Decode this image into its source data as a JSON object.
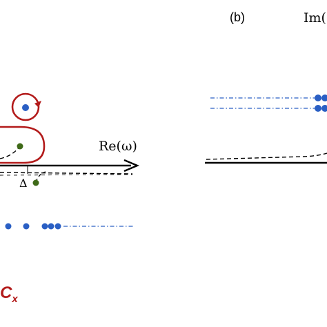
{
  "panel_b": {
    "label": "(b)",
    "axis_label": "Im("
  },
  "panel_a": {
    "axis_label": "Re(ω)",
    "delta_label": "Δ",
    "contour_label": "C",
    "contour_subscript": "x"
  },
  "colors": {
    "pole": "#2a5fc4",
    "branch_point": "#3f6a18",
    "contour": "#b31b1b",
    "axis": "#000000"
  }
}
